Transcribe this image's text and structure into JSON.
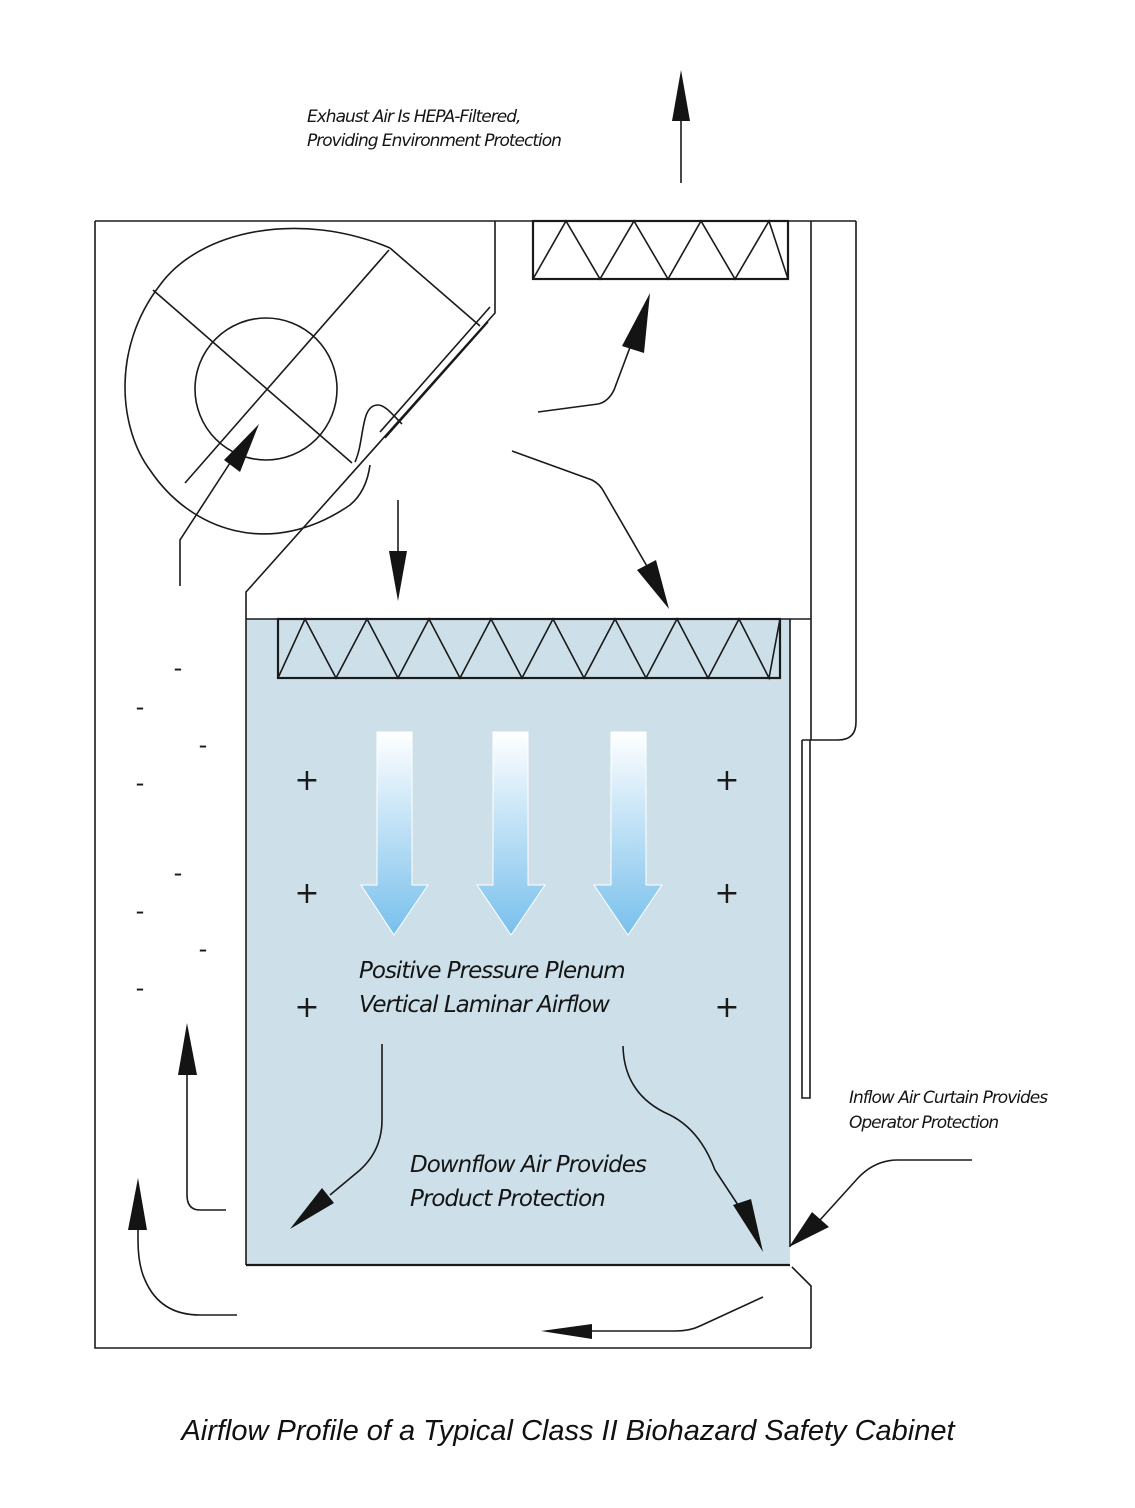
{
  "diagram": {
    "title": "Airflow Profile of a Typical Class II Biohazard Safety Cabinet",
    "labels": {
      "exhaust_line1": "Exhaust Air Is HEPA-Filtered,",
      "exhaust_line2": "Providing Environment Protection",
      "plenum_line1": "Positive Pressure Plenum",
      "plenum_line2": "Vertical Laminar Airflow",
      "downflow_line1": "Downflow Air Provides",
      "downflow_line2": "Product Protection",
      "inflow_line1": "Inflow Air Curtain Provides",
      "inflow_line2": "Operator Protection"
    },
    "pressure_signs": {
      "negative": "-",
      "positive": "+"
    },
    "colors": {
      "work_zone_fill": "#cde0e9",
      "laminar_arrow_top": "#ffffff",
      "laminar_arrow_bottom": "#78c0ec",
      "line": "#1a1a1a"
    },
    "components": {
      "exhaust_hepa_filter_pleats": 5,
      "supply_hepa_filter_pleats": 9,
      "laminar_arrows": 3,
      "negative_pressure_marks": 8,
      "positive_pressure_marks": 6
    }
  }
}
